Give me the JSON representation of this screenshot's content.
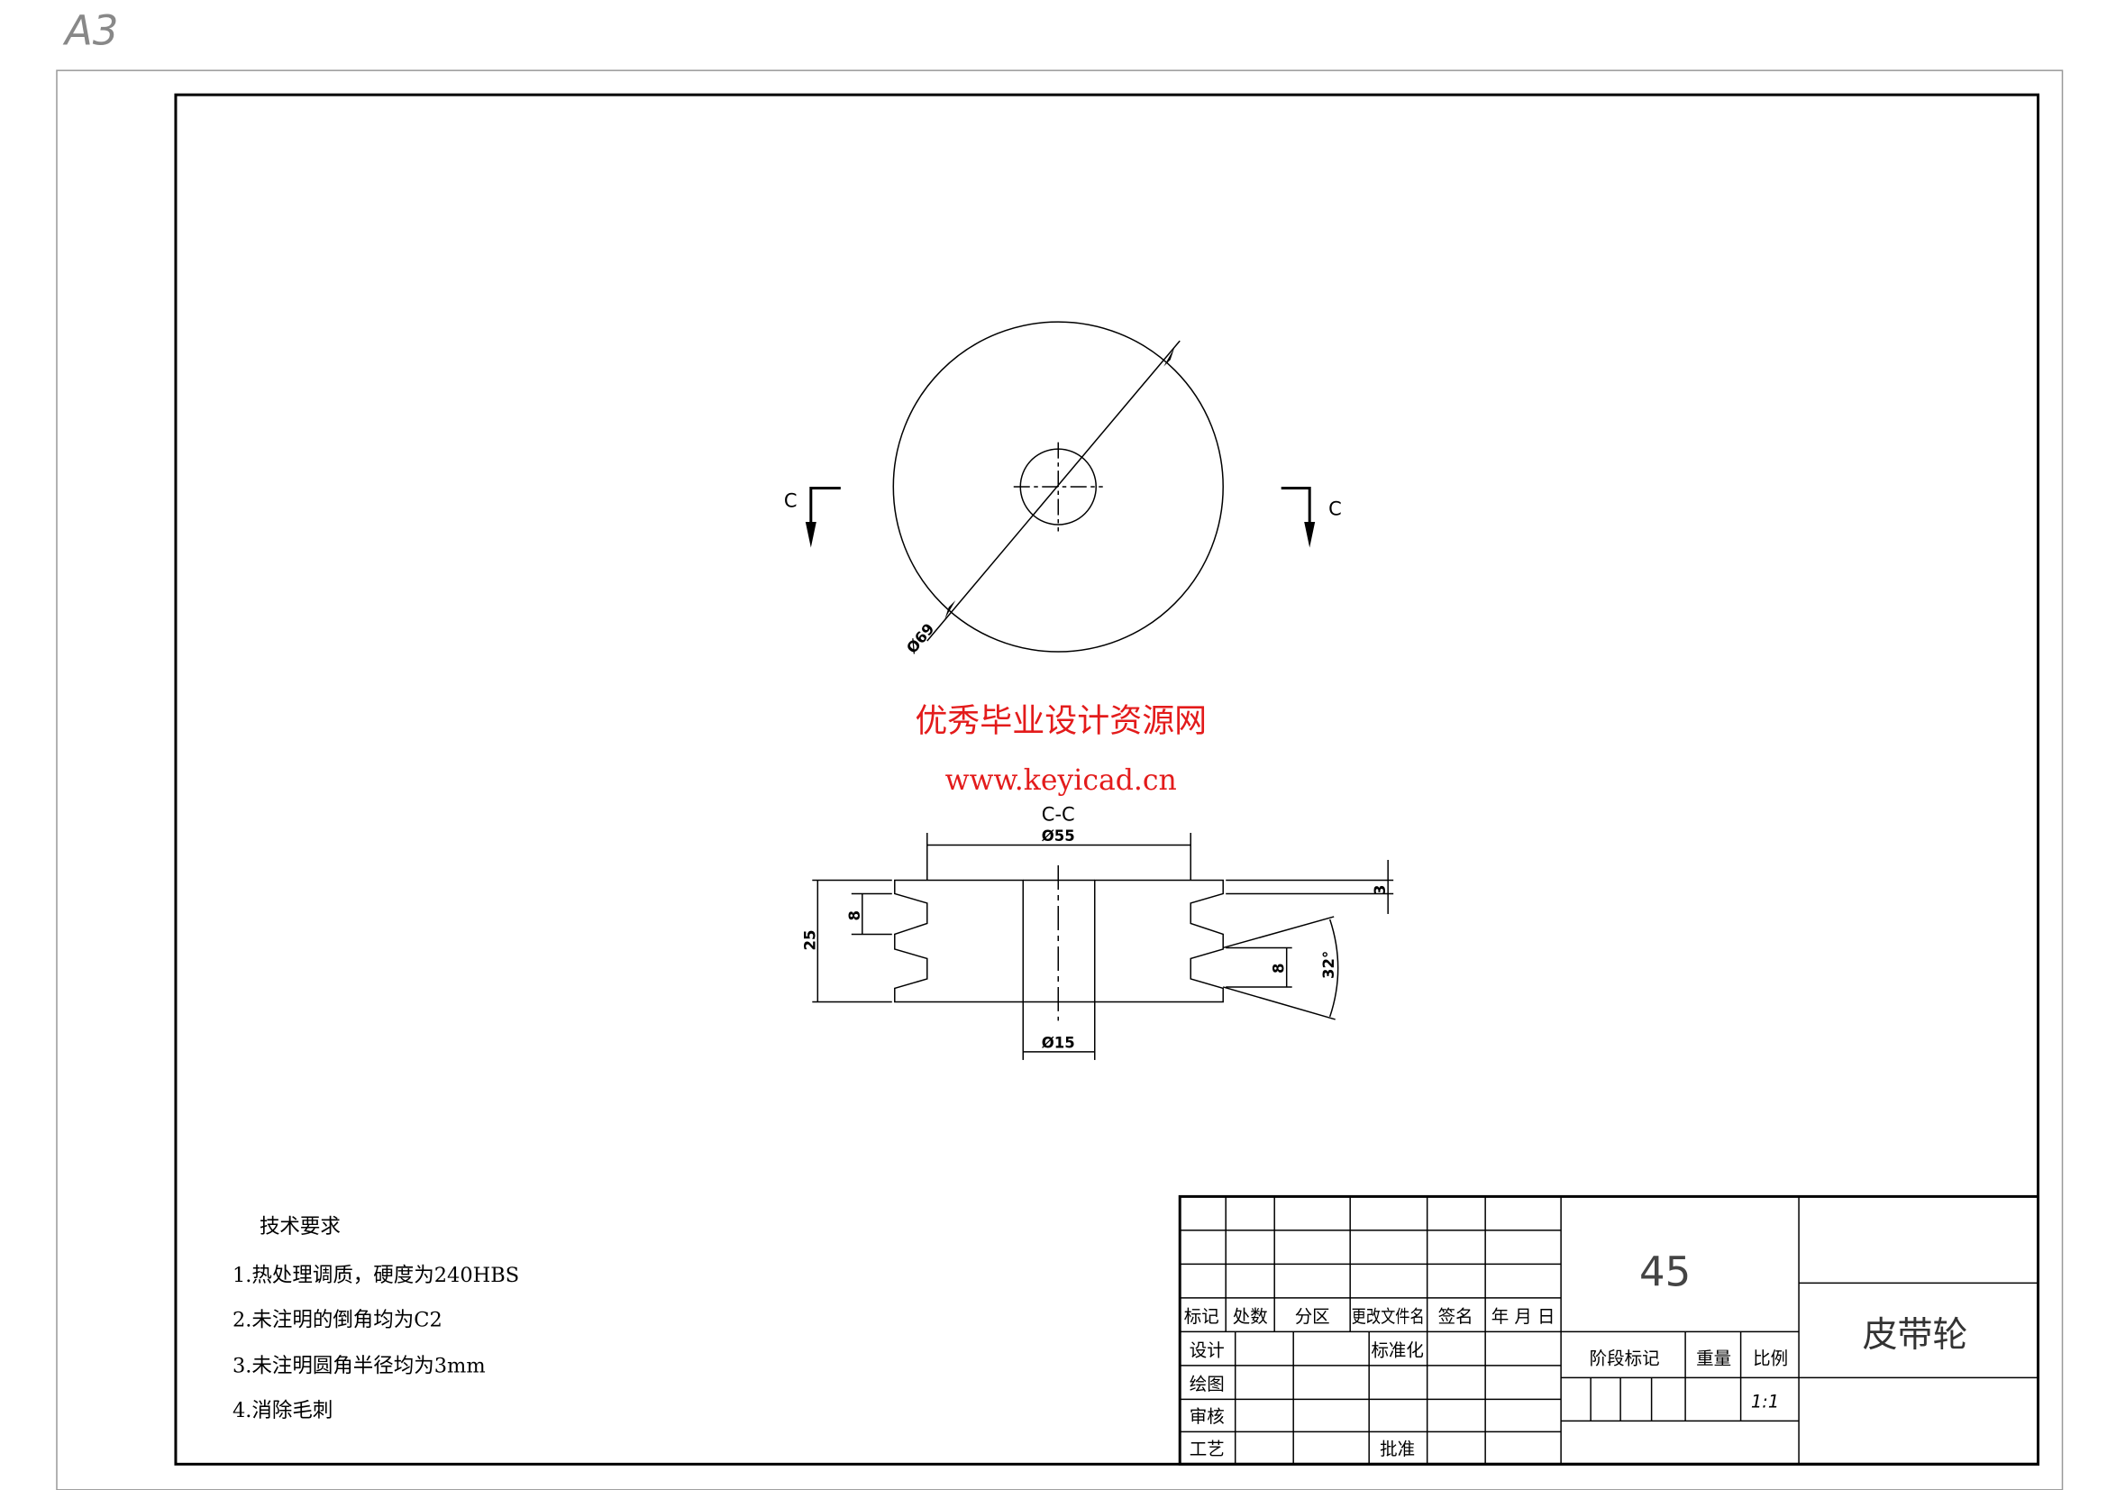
{
  "sheet_size": "A3",
  "front_view": {
    "diameter_label": "Ø69",
    "section_mark_left": "C",
    "section_mark_right": "C"
  },
  "section_view": {
    "title": "C-C",
    "dims": {
      "outer": "Ø55",
      "bore": "Ø15",
      "height": "25",
      "groove_left": "8",
      "groove_right": "8",
      "top_land": "3",
      "angle": "32°"
    }
  },
  "watermark": {
    "line1": "优秀毕业设计资源网",
    "line2": "www.keyicad.cn",
    "color": "#e31b1b"
  },
  "tech_requirements": {
    "heading": "技术要求",
    "items": [
      "1.热处理调质，硬度为240HBS",
      "2.未注明的倒角均为C2",
      "3.未注明圆角半径均为3mm",
      "4.消除毛刺"
    ]
  },
  "title_block": {
    "header_row": [
      "标记",
      "处数",
      "分区",
      "更改文件名",
      "签名",
      "年 月 日"
    ],
    "roles": [
      "设计",
      "绘图",
      "审核",
      "工艺"
    ],
    "standardization": "标准化",
    "approval": "批准",
    "material": "45",
    "stage_mark": "阶段标记",
    "weight": "重量",
    "scale_label": "比例",
    "scale_value": "1:1",
    "part_name": "皮带轮"
  }
}
